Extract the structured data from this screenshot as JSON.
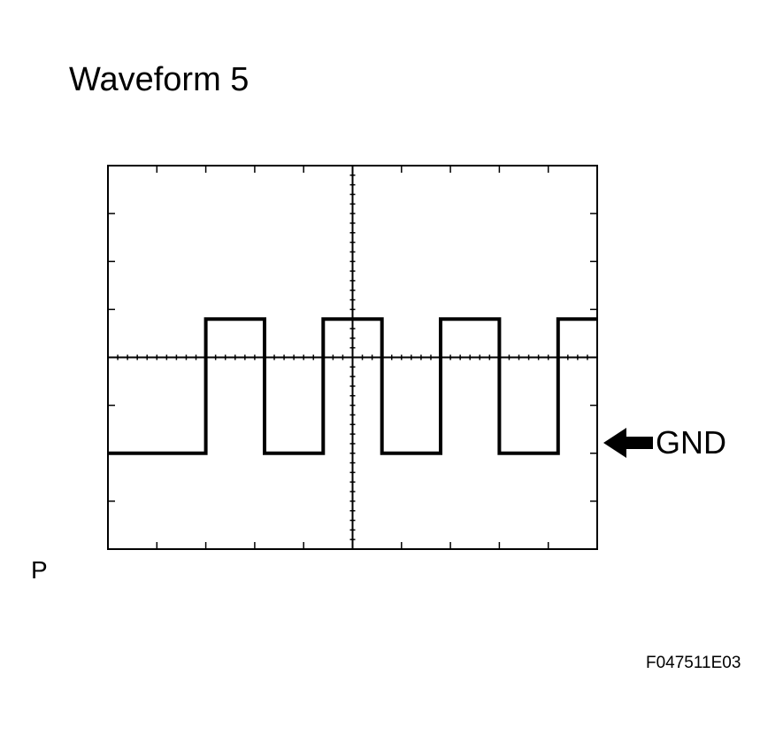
{
  "title": "Waveform 5",
  "gnd_label": "GND",
  "corner_label": "P",
  "figure_code": "F047511E03",
  "colors": {
    "trace": "#000000",
    "grid": "#000000",
    "background": "#ffffff"
  },
  "icons": {
    "gnd_marker": "left-arrow-icon"
  },
  "chart_data": {
    "type": "line",
    "title": "Waveform 5",
    "xlabel": "",
    "ylabel": "",
    "grid": {
      "divisions_x": 10,
      "divisions_y": 8,
      "center_axes": true
    },
    "xlim": [
      0,
      10
    ],
    "ylim": [
      0,
      8
    ],
    "ground_level": 2,
    "series": [
      {
        "x": [
          0,
          2,
          2,
          3.2,
          3.2,
          4.4,
          4.4,
          5.6,
          5.6,
          6.8,
          6.8,
          8,
          8,
          9.2,
          9.2,
          10
        ],
        "y": [
          2,
          2,
          4.8,
          4.8,
          2,
          2,
          4.8,
          4.8,
          2,
          2,
          4.8,
          4.8,
          2,
          2,
          4.8,
          4.8
        ]
      }
    ]
  }
}
